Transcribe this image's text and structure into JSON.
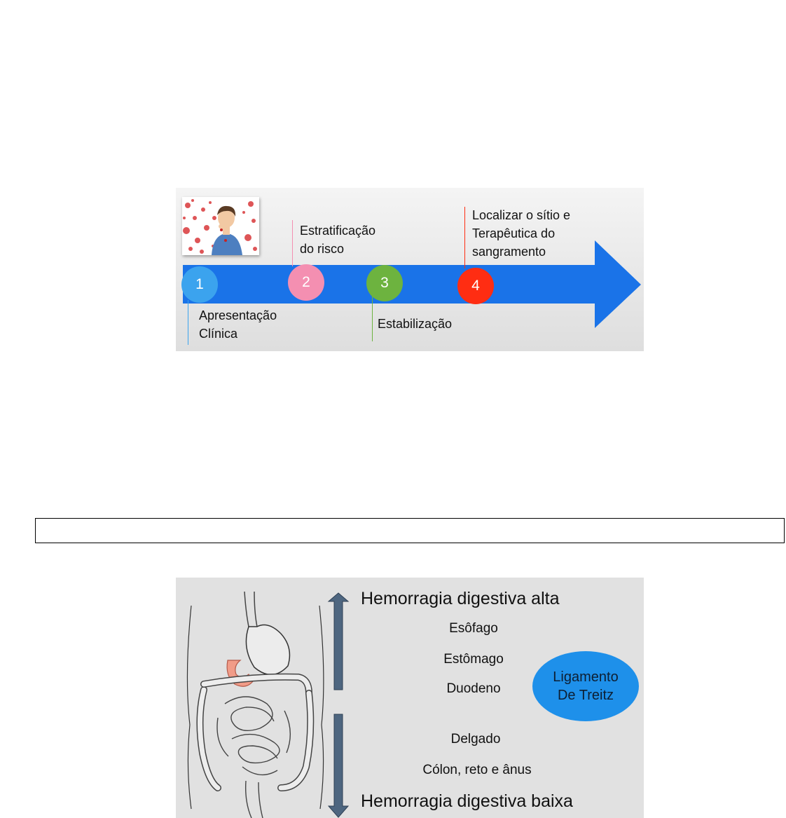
{
  "timeline": {
    "steps": [
      {
        "number": "1",
        "label_lines": [
          "Apresentação",
          "Clínica"
        ],
        "color": "#3ba3ee"
      },
      {
        "number": "2",
        "label_lines": [
          "Estratificação",
          "do risco"
        ],
        "color": "#f48fb1"
      },
      {
        "number": "3",
        "label_lines": [
          "Estabilização"
        ],
        "color": "#6db33f"
      },
      {
        "number": "4",
        "label_lines": [
          "Localizar o sítio e",
          "Terapêutica do",
          "sangramento"
        ],
        "color": "#ff2d12"
      }
    ],
    "arrow_color": "#1a73e8",
    "illustration": "person-coughing-blood"
  },
  "gi_figure": {
    "upper_title": "Hemorragia digestiva alta",
    "upper_organs": [
      "Esôfago",
      "Estômago",
      "Duodeno"
    ],
    "lower_organs": [
      "Delgado",
      "Cólon, reto e ânus"
    ],
    "lower_title": "Hemorragia digestiva baixa",
    "ligament_lines": [
      "Ligamento",
      "De Treitz"
    ],
    "ligament_color": "#1e90ea",
    "arrow_color": "#4e6680",
    "illustration": "digestive-tract-anatomy"
  }
}
